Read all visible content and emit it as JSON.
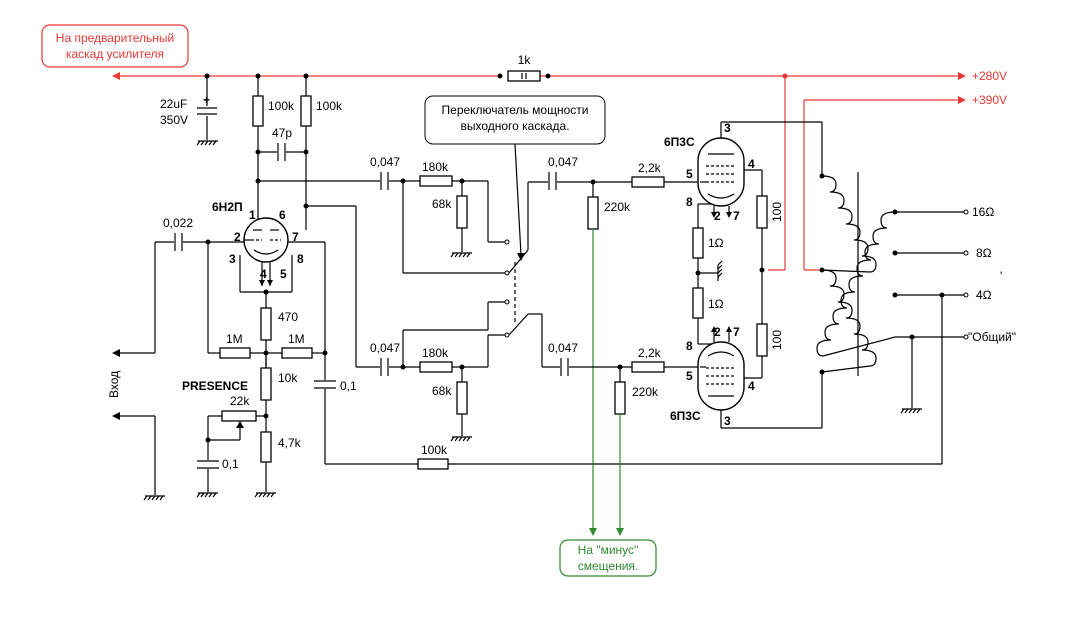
{
  "notes": {
    "preamp": [
      "На предварительный",
      "каскад усилителя"
    ],
    "switch": [
      "Переключатель мощности",
      "выходного каскада."
    ],
    "bias": [
      "На \"минус\"",
      "смещения."
    ]
  },
  "rails": {
    "v280": "+280V",
    "v390": "+390V"
  },
  "tubes": {
    "driver": "6Н2П",
    "out_top": "6П3С",
    "out_bottom": "6П3С"
  },
  "pins": {
    "d1": "1",
    "d2": "2",
    "d3": "3",
    "d4": "4",
    "d5": "5",
    "d6": "6",
    "d7": "7",
    "d8": "8",
    "t3": "3",
    "t4": "4",
    "t5": "5",
    "t8": "8",
    "t2": "2",
    "t7": "7",
    "b2": "2",
    "b7": "7",
    "b8": "8",
    "b5": "5",
    "b4": "4",
    "b3": "3"
  },
  "components": {
    "r1k": "1k",
    "cap22": [
      "22uF",
      "350V"
    ],
    "r100k_a": "100k",
    "r100k_b": "100k",
    "c47p": "47p",
    "c0022": "0,022",
    "c0047_a": "0,047",
    "r180k_a": "180k",
    "r68k_a": "68k",
    "c0047_b": "0,047",
    "r22k_a": "2,2k",
    "r220k_a": "220k",
    "r100_a": "100",
    "r1ohm_a": "1Ω",
    "r1ohm_b": "1Ω",
    "r100_b": "100",
    "r470": "470",
    "r1m_a": "1M",
    "r1m_b": "1M",
    "r10k": "10k",
    "c01_a": "0,1",
    "presence": "PRESENCE",
    "r22k_pot": "22k",
    "r47k": "4,7k",
    "c01_b": "0,1",
    "c0047_c": "0,047",
    "r180k_b": "180k",
    "r68k_b": "68k",
    "c0047_d": "0,047",
    "r22k_b": "2,2k",
    "r220k_b": "220k",
    "r100k_fb": "100k",
    "input": "Вход"
  },
  "outputs": {
    "o16": "16Ω",
    "o8": "8Ω",
    "o4": "4Ω",
    "common": "\"Общий\"",
    "tick": "'"
  }
}
